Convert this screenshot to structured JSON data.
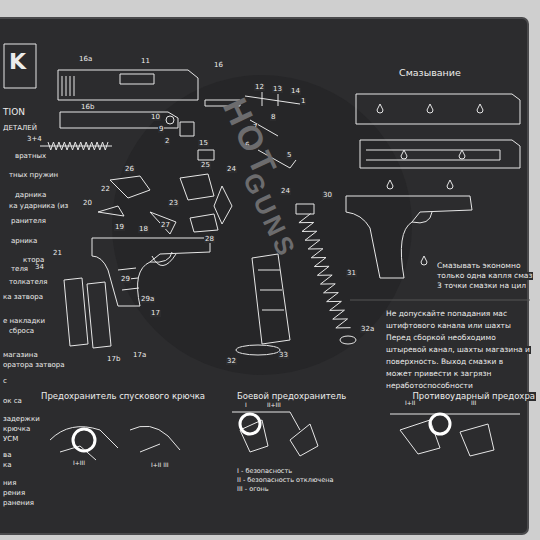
{
  "diagram": {
    "title": "Смазывание",
    "labels": [
      "K",
      "TION",
      "ДЕТАЛЕЙ",
      "вратных",
      "тных пружин",
      "дарника",
      "ка ударника (из",
      "ранителя",
      "арника",
      "ктора",
      "теля",
      "толкателя",
      "ка затвора",
      "е накладки",
      "сброса",
      "магазина",
      "оратора затвора",
      "с",
      "ок са",
      "задержки",
      "крючка",
      "УСМ",
      "ва",
      "ка",
      "ния",
      "рения",
      "ранения",
      "16a",
      "11",
      "16",
      "12",
      "13",
      "14",
      "1",
      "16b",
      "10",
      "9",
      "3+4",
      "2",
      "15",
      "8",
      "7",
      "6",
      "5",
      "26",
      "25",
      "24",
      "22",
      "20",
      "27",
      "23",
      "19",
      "18",
      "28",
      "21",
      "34",
      "29",
      "29a",
      "17",
      "17a",
      "17b",
      "24",
      "30",
      "31",
      "32",
      "32a",
      "33",
      "Смазывать экономно",
      "только одна капля смаз",
      "3 точки смазки на цил",
      "Не допускайте попадания мас",
      "штифтового канала или шахты",
      "Перед сборкой необходимо",
      "штыревой канал, шахты магазина и",
      "поверхность. Выход смазки в",
      "может привести к загрязн",
      "неработоспособности",
      "Предохранитель спускового крючка",
      "Боевой предохранитель",
      "Противоударный предохра",
      "I+III",
      "I+II III",
      "I",
      "II+III",
      "I+II",
      "III",
      "I - безопасность",
      "II - безопасность отключена",
      "III - огонь",
      "HOT",
      "GUNS"
    ]
  }
}
